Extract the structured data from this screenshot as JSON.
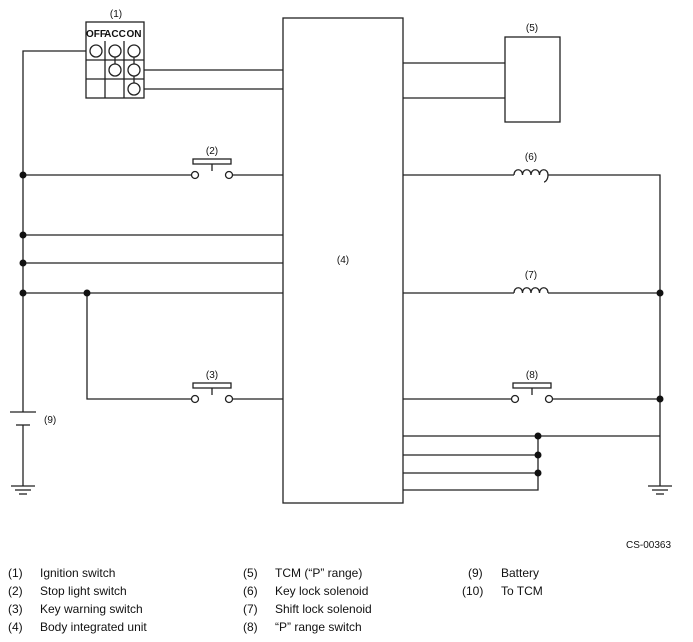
{
  "diagram": {
    "callouts": {
      "c1": "(1)",
      "c2": "(2)",
      "c3": "(3)",
      "c4": "(4)",
      "c5": "(5)",
      "c6": "(6)",
      "c7": "(7)",
      "c8": "(8)",
      "c9": "(9)"
    },
    "ignition_positions": [
      "OFF",
      "ACC",
      "ON"
    ],
    "figure_code": "CS-00363"
  },
  "legend": [
    {
      "num": "(1)",
      "text": "Ignition switch"
    },
    {
      "num": "(2)",
      "text": "Stop light switch"
    },
    {
      "num": "(3)",
      "text": "Key warning switch"
    },
    {
      "num": "(4)",
      "text": "Body integrated unit"
    },
    {
      "num": "(5)",
      "text": "TCM (“P” range)"
    },
    {
      "num": "(6)",
      "text": "Key lock solenoid"
    },
    {
      "num": "(7)",
      "text": "Shift lock solenoid"
    },
    {
      "num": "(8)",
      "text": "“P” range switch"
    },
    {
      "num": "(9)",
      "text": "Battery"
    },
    {
      "num": "(10)",
      "text": "To TCM"
    }
  ]
}
